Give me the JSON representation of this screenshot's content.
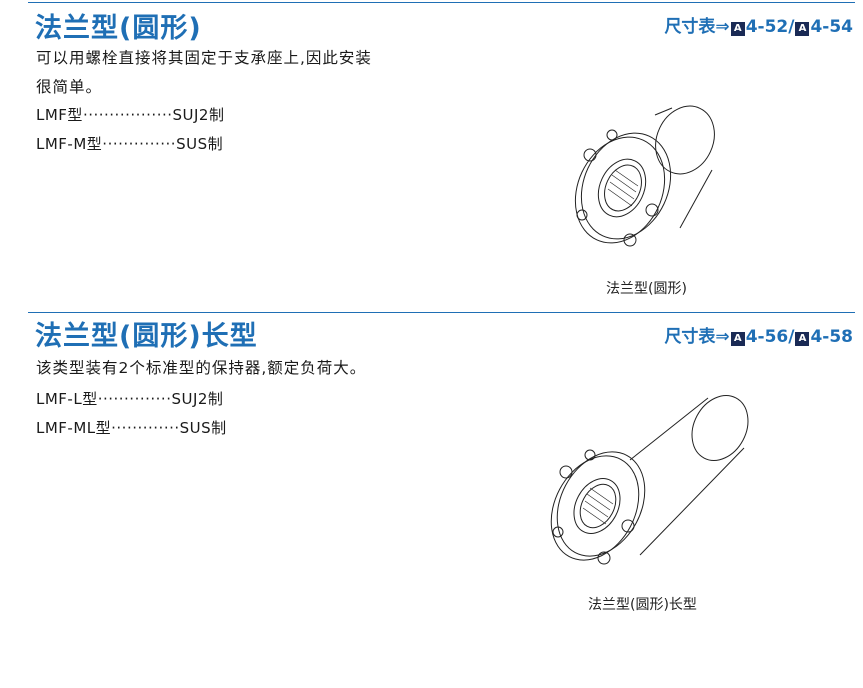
{
  "section1": {
    "title": "法兰型(圆形)",
    "dimref_prefix": "尺寸表⇒",
    "dimref_a": "4-52",
    "dimref_sep": "/",
    "dimref_b": "4-54",
    "desc_line1": "可以用螺栓直接将其固定于支承座上,因此安装",
    "desc_line2": "很简单。",
    "models": [
      {
        "name": "LMF型",
        "dots": "·················",
        "material": "SUJ2制"
      },
      {
        "name": "LMF-M型",
        "dots": "··············",
        "material": "SUS制"
      }
    ],
    "caption": "法兰型(圆形)"
  },
  "section2": {
    "title": "法兰型(圆形)长型",
    "dimref_prefix": "尺寸表⇒",
    "dimref_a": "4-56",
    "dimref_sep": "/",
    "dimref_b": "4-58",
    "desc_line1": "该类型装有2个标准型的保持器,额定负荷大。",
    "models": [
      {
        "name": "LMF-L型",
        "dots": "··············",
        "material": "SUJ2制"
      },
      {
        "name": "LMF-ML型",
        "dots": "·············",
        "material": "SUS制"
      }
    ],
    "caption": "法兰型(圆形)长型"
  },
  "icon_letter": "A",
  "colors": {
    "accent": "#1f6fb5",
    "icon_bg": "#1a2a55"
  }
}
